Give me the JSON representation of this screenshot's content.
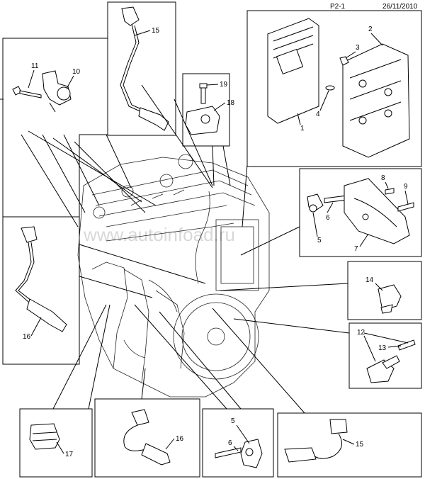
{
  "header": {
    "page_id": "P2-1",
    "date": "26/11/2010"
  },
  "watermark": "www.autoinfoad.ru",
  "callouts": [
    "1",
    "2",
    "3",
    "4",
    "5",
    "6",
    "7",
    "8",
    "9",
    "10",
    "11",
    "12",
    "13",
    "14",
    "15",
    "16",
    "17",
    "18",
    "19"
  ]
}
